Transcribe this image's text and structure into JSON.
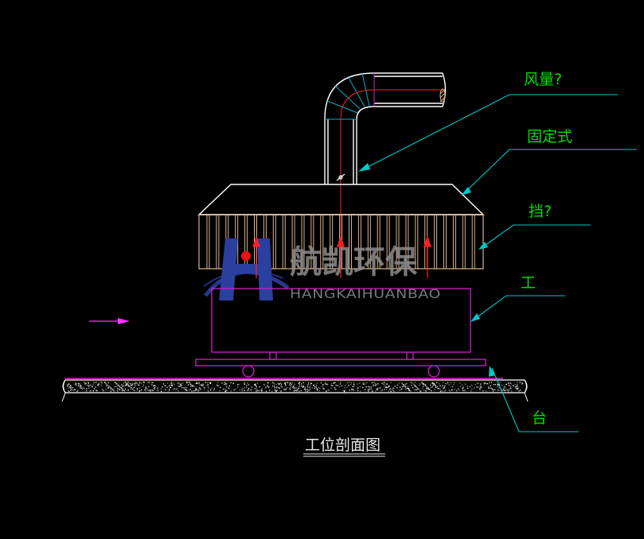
{
  "labels": {
    "airflow": "风量?",
    "fixed_hood": "固定式",
    "baffle": "挡?",
    "workpiece": "工",
    "platform": "台"
  },
  "title": "工位剖面图",
  "watermark": {
    "chinese": "航凯环保",
    "english": "HANGKAIHUANBAO"
  },
  "colors": {
    "background": "#000000",
    "outline": "#ffffff",
    "leader": "#00c8c8",
    "label_text": "#00dd00",
    "hood_fins": "#d9b38c",
    "workpiece": "#cc22cc",
    "flow": "#ff2020",
    "duct_segments": "#00b0d0",
    "arrow_magenta": "#ff33ff",
    "watermark_blue": "#2b3f9f",
    "watermark_text": "#8c8c8c",
    "title_text": "#e8e8e8"
  }
}
